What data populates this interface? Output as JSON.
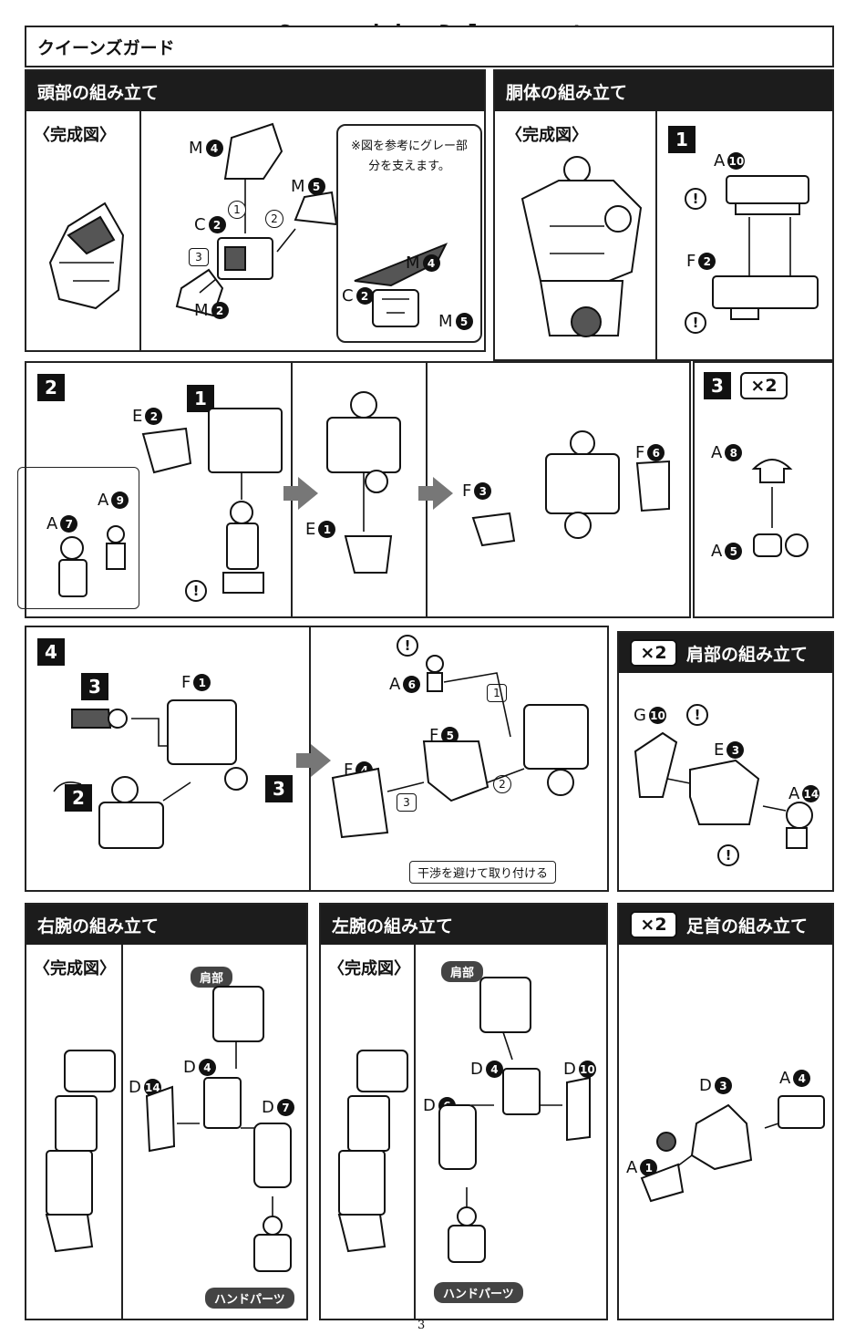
{
  "watermark": "Scanned by Dalong.net",
  "product_title": "クイーンズガード",
  "page_number": "3",
  "head": {
    "title": "頭部の組み立て",
    "complete_label": "〈完成図〉",
    "note": "※図を参考にグレー部分を支えます。",
    "parts": [
      {
        "letter": "M",
        "num": "4"
      },
      {
        "letter": "M",
        "num": "5"
      },
      {
        "letter": "C",
        "num": "2"
      },
      {
        "letter": "M",
        "num": "2"
      }
    ],
    "note_parts": [
      {
        "letter": "M",
        "num": "4"
      },
      {
        "letter": "C",
        "num": "2"
      },
      {
        "letter": "M",
        "num": "5"
      }
    ],
    "order": [
      "1",
      "2",
      "3"
    ]
  },
  "torso": {
    "title": "胴体の組み立て",
    "complete_label": "〈完成図〉",
    "step1": "1",
    "step1_parts": [
      {
        "letter": "A",
        "num": "10"
      },
      {
        "letter": "F",
        "num": "2"
      }
    ]
  },
  "step2": {
    "label": "2",
    "ref": "1",
    "parts": [
      {
        "letter": "E",
        "num": "2"
      },
      {
        "letter": "A",
        "num": "7"
      },
      {
        "letter": "A",
        "num": "9"
      },
      {
        "letter": "E",
        "num": "1"
      },
      {
        "letter": "F",
        "num": "3"
      },
      {
        "letter": "F",
        "num": "6"
      }
    ]
  },
  "step3": {
    "label": "3",
    "multiplier": "×2",
    "parts": [
      {
        "letter": "A",
        "num": "8"
      },
      {
        "letter": "A",
        "num": "5"
      }
    ]
  },
  "step4": {
    "label": "4",
    "ref3": "3",
    "ref2": "2",
    "parts": [
      {
        "letter": "F",
        "num": "1"
      },
      {
        "letter": "A",
        "num": "6"
      },
      {
        "letter": "F",
        "num": "5"
      },
      {
        "letter": "F",
        "num": "4"
      }
    ],
    "order": [
      "1",
      "2",
      "3"
    ],
    "note": "干渉を避けて取り付ける"
  },
  "shoulder": {
    "multiplier": "×2",
    "title": "肩部の組み立て",
    "parts": [
      {
        "letter": "G",
        "num": "10"
      },
      {
        "letter": "E",
        "num": "3"
      },
      {
        "letter": "A",
        "num": "14"
      }
    ]
  },
  "right_arm": {
    "title": "右腕の組み立て",
    "complete_label": "〈完成図〉",
    "tag_top": "肩部",
    "tag_bottom": "ハンドパーツ",
    "parts": [
      {
        "letter": "D",
        "num": "4"
      },
      {
        "letter": "D",
        "num": "14"
      },
      {
        "letter": "D",
        "num": "7"
      }
    ]
  },
  "left_arm": {
    "title": "左腕の組み立て",
    "complete_label": "〈完成図〉",
    "tag_top": "肩部",
    "tag_bottom": "ハンドパーツ",
    "parts": [
      {
        "letter": "D",
        "num": "4"
      },
      {
        "letter": "D",
        "num": "10"
      },
      {
        "letter": "D",
        "num": "6"
      }
    ]
  },
  "ankle": {
    "multiplier": "×2",
    "title": "足首の組み立て",
    "parts": [
      {
        "letter": "D",
        "num": "3"
      },
      {
        "letter": "A",
        "num": "4"
      },
      {
        "letter": "A",
        "num": "1"
      }
    ]
  }
}
